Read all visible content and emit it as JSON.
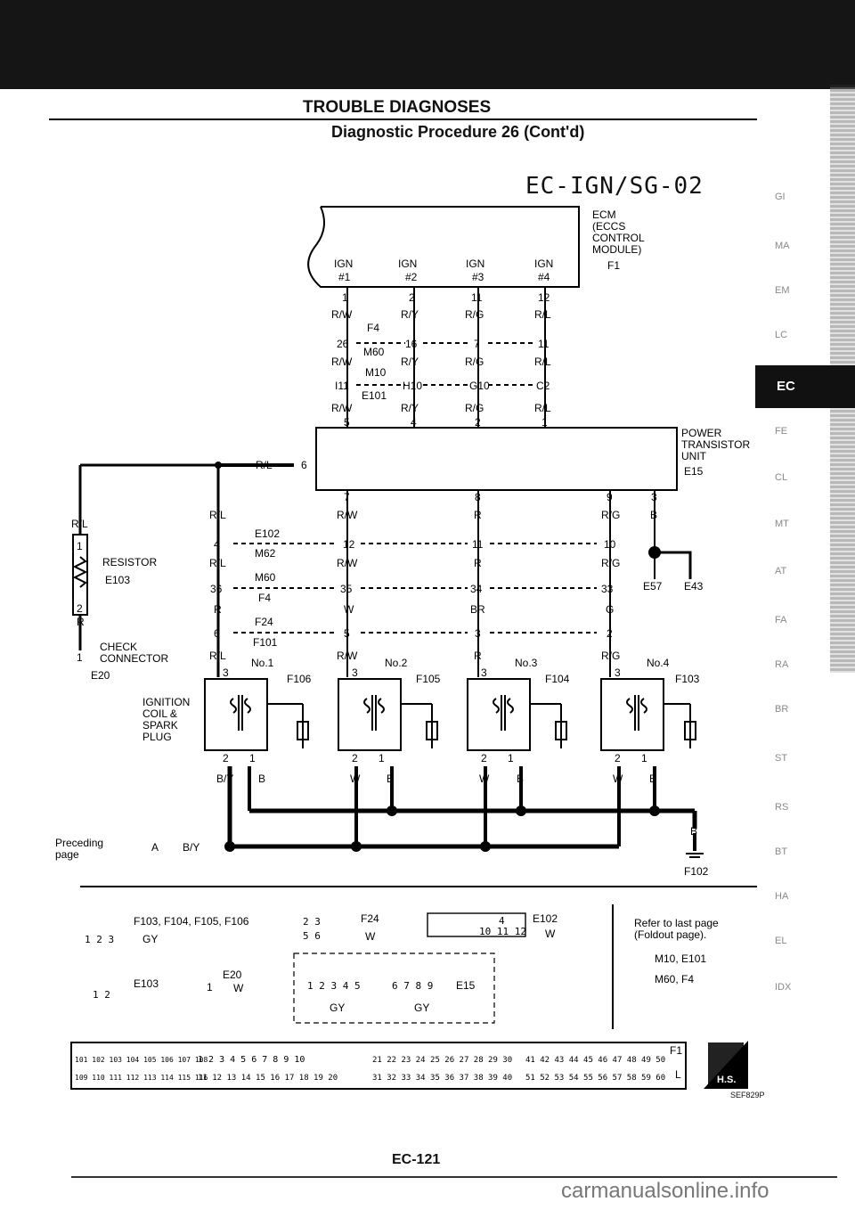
{
  "header": {
    "title": "TROUBLE DIAGNOSES",
    "subtitle": "Diagnostic Procedure 26 (Cont'd)",
    "diagram_code": "EC-IGN/SG-02"
  },
  "side_tabs": [
    "GI",
    "MA",
    "EM",
    "LC",
    "EC",
    "FE",
    "CL",
    "MT",
    "AT",
    "FA",
    "RA",
    "BR",
    "ST",
    "RS",
    "BT",
    "HA",
    "EL",
    "IDX"
  ],
  "active_tab": "EC",
  "ecm": {
    "label1": "ECM",
    "label2": "(ECCS",
    "label3": "CONTROL",
    "label4": "MODULE)",
    "conn": "F1",
    "ign": [
      "IGN",
      "IGN",
      "IGN",
      "IGN"
    ],
    "ign_no": [
      "#1",
      "#2",
      "#3",
      "#4"
    ],
    "pins": [
      "1",
      "2",
      "11",
      "12"
    ]
  },
  "wires": {
    "row1": [
      "R/W",
      "R/Y",
      "R/G",
      "R/L"
    ],
    "row2": [
      "R/W",
      "R/Y",
      "R/G",
      "R/L"
    ],
    "row3": [
      "R/W",
      "R/Y",
      "R/G",
      "R/L"
    ],
    "conn_a": [
      "26",
      "16",
      "7",
      "11"
    ],
    "conn_a_ids": [
      "F4",
      "M60"
    ],
    "conn_b": [
      "I11",
      "H10",
      "G10",
      "C2"
    ],
    "conn_b_ids": [
      "M10",
      "E101"
    ],
    "conn_c": [
      "5",
      "4",
      "2",
      "1"
    ]
  },
  "power_transistor": {
    "label1": "POWER",
    "label2": "TRANSISTOR",
    "label3": "UNIT",
    "conn": "E15",
    "in_wire": "R/L",
    "in_pin": "6",
    "out_pins": [
      "7",
      "8",
      "9",
      "3"
    ]
  },
  "lower": {
    "col_wires1": [
      "R/L",
      "R/W",
      "R",
      "R/G",
      "B"
    ],
    "pins1": [
      "4",
      "12",
      "11",
      "10"
    ],
    "ids1": [
      "E102",
      "M62"
    ],
    "col_wires2": [
      "R/L",
      "R/W",
      "R",
      "R/G"
    ],
    "pins2": [
      "36",
      "35",
      "34",
      "33"
    ],
    "ids2": [
      "M60",
      "F4"
    ],
    "col_wires3": [
      "R",
      "W",
      "BR",
      "G"
    ],
    "pins3": [
      "6",
      "5",
      "3",
      "2"
    ],
    "ids3": [
      "F24",
      "F101"
    ],
    "col_wires4": [
      "R/L",
      "R/W",
      "R",
      "R/G"
    ],
    "gnd_ids": [
      "E57",
      "E43"
    ]
  },
  "resistor": {
    "wire": "R/L",
    "label": "RESISTOR",
    "conn": "E103",
    "pin_top": "1",
    "pin_bot": "2",
    "wire_bot": "R"
  },
  "check": {
    "label": "CHECK",
    "label2": "CONNECTOR",
    "conn": "E20",
    "pin": "1"
  },
  "coils": {
    "title1": "IGNITION",
    "title2": "COIL &",
    "title3": "SPARK",
    "title4": "PLUG",
    "names": [
      "No.1",
      "No.2",
      "No.3",
      "No.4"
    ],
    "conns": [
      "F106",
      "F105",
      "F104",
      "F103"
    ],
    "pin_top": "3",
    "pin_a": "2",
    "pin_b": "1",
    "bottom_w1": [
      "B/Y",
      "W",
      "W",
      "W"
    ],
    "bottom_w2": [
      "B",
      "B",
      "B",
      "B"
    ]
  },
  "preceding": {
    "label1": "Preceding",
    "label2": "page",
    "ref": "A",
    "wire": "B/Y"
  },
  "ground": {
    "wire": "B",
    "conn": "F102"
  },
  "legend": {
    "c1_ids": "F103, F104, F105, F106",
    "c1_pins": "1 2 3",
    "c1_color": "GY",
    "c2_id": "F24",
    "c2_pins_top": "2 3",
    "c2_pins_bot": "5 6",
    "c2_color": "W",
    "c3_id": "E102",
    "c3_top": "4",
    "c3_bot": "10 11 12",
    "c3_color": "W",
    "c4_id": "E103",
    "c4_pins": "1 2",
    "c5_id": "E20",
    "c5_pin": "1",
    "c5_color": "W",
    "c6_pins_a": "1 2 3 4 5",
    "c6_pins_b": "6 7 8 9",
    "c6_id": "E15",
    "c6_color": "GY",
    "refer1": "Refer to last page",
    "refer2": "(Foldout page).",
    "refer_ids1": "M10, E101",
    "refer_ids2": "M60, F4"
  },
  "strip": {
    "g1_top": "101 102 103 104 105 106 107 108",
    "g1_bot": "109 110 111 112 113 114 115 116",
    "g2_top": "1 2 3 4 5 6 7 8 9 10",
    "g2_bot": "11 12 13 14 15 16 17 18 19 20",
    "g3_top": "21 22 23 24 25 26 27 28 29 30",
    "g3_bot": "31 32 33 34 35 36 37 38 39 40",
    "g4_top": "41 42 43 44 45 46 47 48 49 50",
    "g4_bot": "51 52 53 54 55 56 57 58 59 60",
    "conn": "F1",
    "color": "L",
    "hs": "H.S."
  },
  "figure_code": "SEF829P",
  "page_number": "EC-121",
  "watermark": "carmanualsonline.info"
}
